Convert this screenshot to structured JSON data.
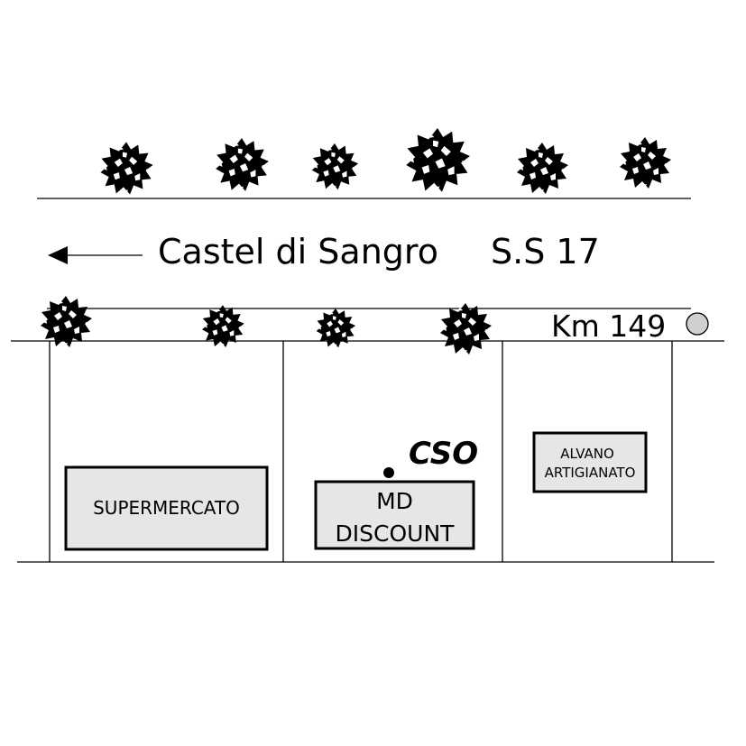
{
  "road": {
    "direction_label": "Castel di Sangro",
    "road_code": "S.S 17",
    "km_marker": "Km 149",
    "direction_arrow_icon": "arrow-left-icon",
    "km_marker_icon": "grey-circle-icon"
  },
  "buildings": [
    {
      "id": "supermercato",
      "label_lines": [
        "SUPERMERCATO"
      ]
    },
    {
      "id": "md-discount",
      "label_lines": [
        "MD",
        "DISCOUNT"
      ]
    },
    {
      "id": "alvano",
      "label_lines": [
        "ALVANO",
        "ARTIGIANATO"
      ]
    }
  ],
  "location_marker": {
    "label": "CSO",
    "icon": "location-dot-icon"
  },
  "trees": {
    "icon": "tree-icon",
    "top_row_count": 6,
    "bottom_row_count": 4
  },
  "colors": {
    "line": "#000000",
    "building_fill": "#e6e6e6",
    "marker_fill": "#d0d0d0"
  }
}
